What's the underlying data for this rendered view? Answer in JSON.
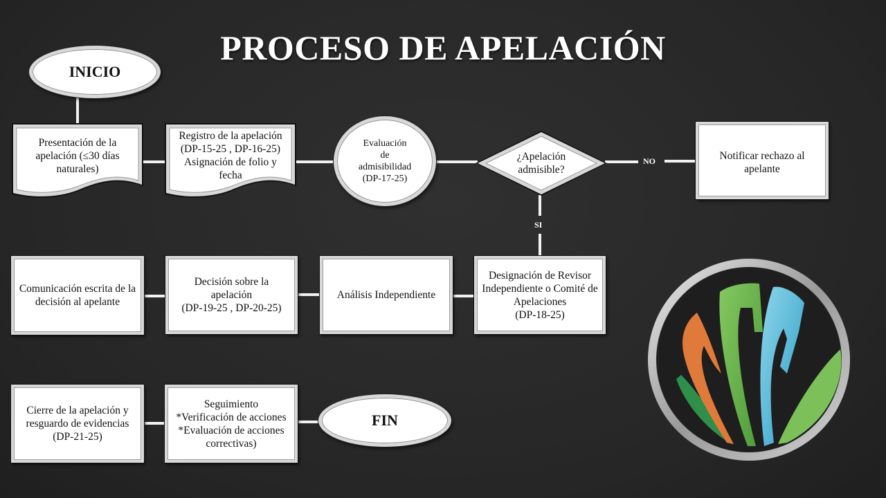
{
  "title": "PROCESO DE APELACIÓN",
  "nodes": {
    "inicio": "INICIO",
    "presentacion": "Presentación de la apelación (≤30 días naturales)",
    "registro_l1": "Registro de la apelación",
    "registro_l2": "(DP-15-25 , DP-16-25)",
    "registro_l3": "Asignación de folio y fecha",
    "evaluacion_l1": "Evaluación",
    "evaluacion_l2": "de",
    "evaluacion_l3": "admisibilidad",
    "evaluacion_l4": "(DP-17-25)",
    "decision_q": "¿Apelación admisible?",
    "notificar": "Notificar rechazo al apelante",
    "designacion_l1": "Designación de Revisor Independiente o Comité de Apelaciones",
    "designacion_l2": "(DP-18-25)",
    "analisis": "Análisis Independiente",
    "decision_l1": "Decisión sobre la apelación",
    "decision_l2": "(DP-19-25 , DP-20-25)",
    "comunicacion": "Comunicación escrita de la decisión al apelante",
    "cierre_l1": "Cierre de la apelación y resguardo de evidencias",
    "cierre_l2": "(DP-21-25)",
    "seguimiento_l1": "Seguimiento",
    "seguimiento_l2": "*Verificación de acciones",
    "seguimiento_l3": "*Evaluación de acciones correctivas)",
    "fin": "FIN"
  },
  "edge_labels": {
    "no": "NO",
    "si": "SI"
  },
  "logo": {
    "name": "organization-logo",
    "colors": [
      "#e07a3a",
      "#6bb84a",
      "#2fa864",
      "#4bb8d8",
      "#8cc85a",
      "#c8c8c8"
    ]
  }
}
